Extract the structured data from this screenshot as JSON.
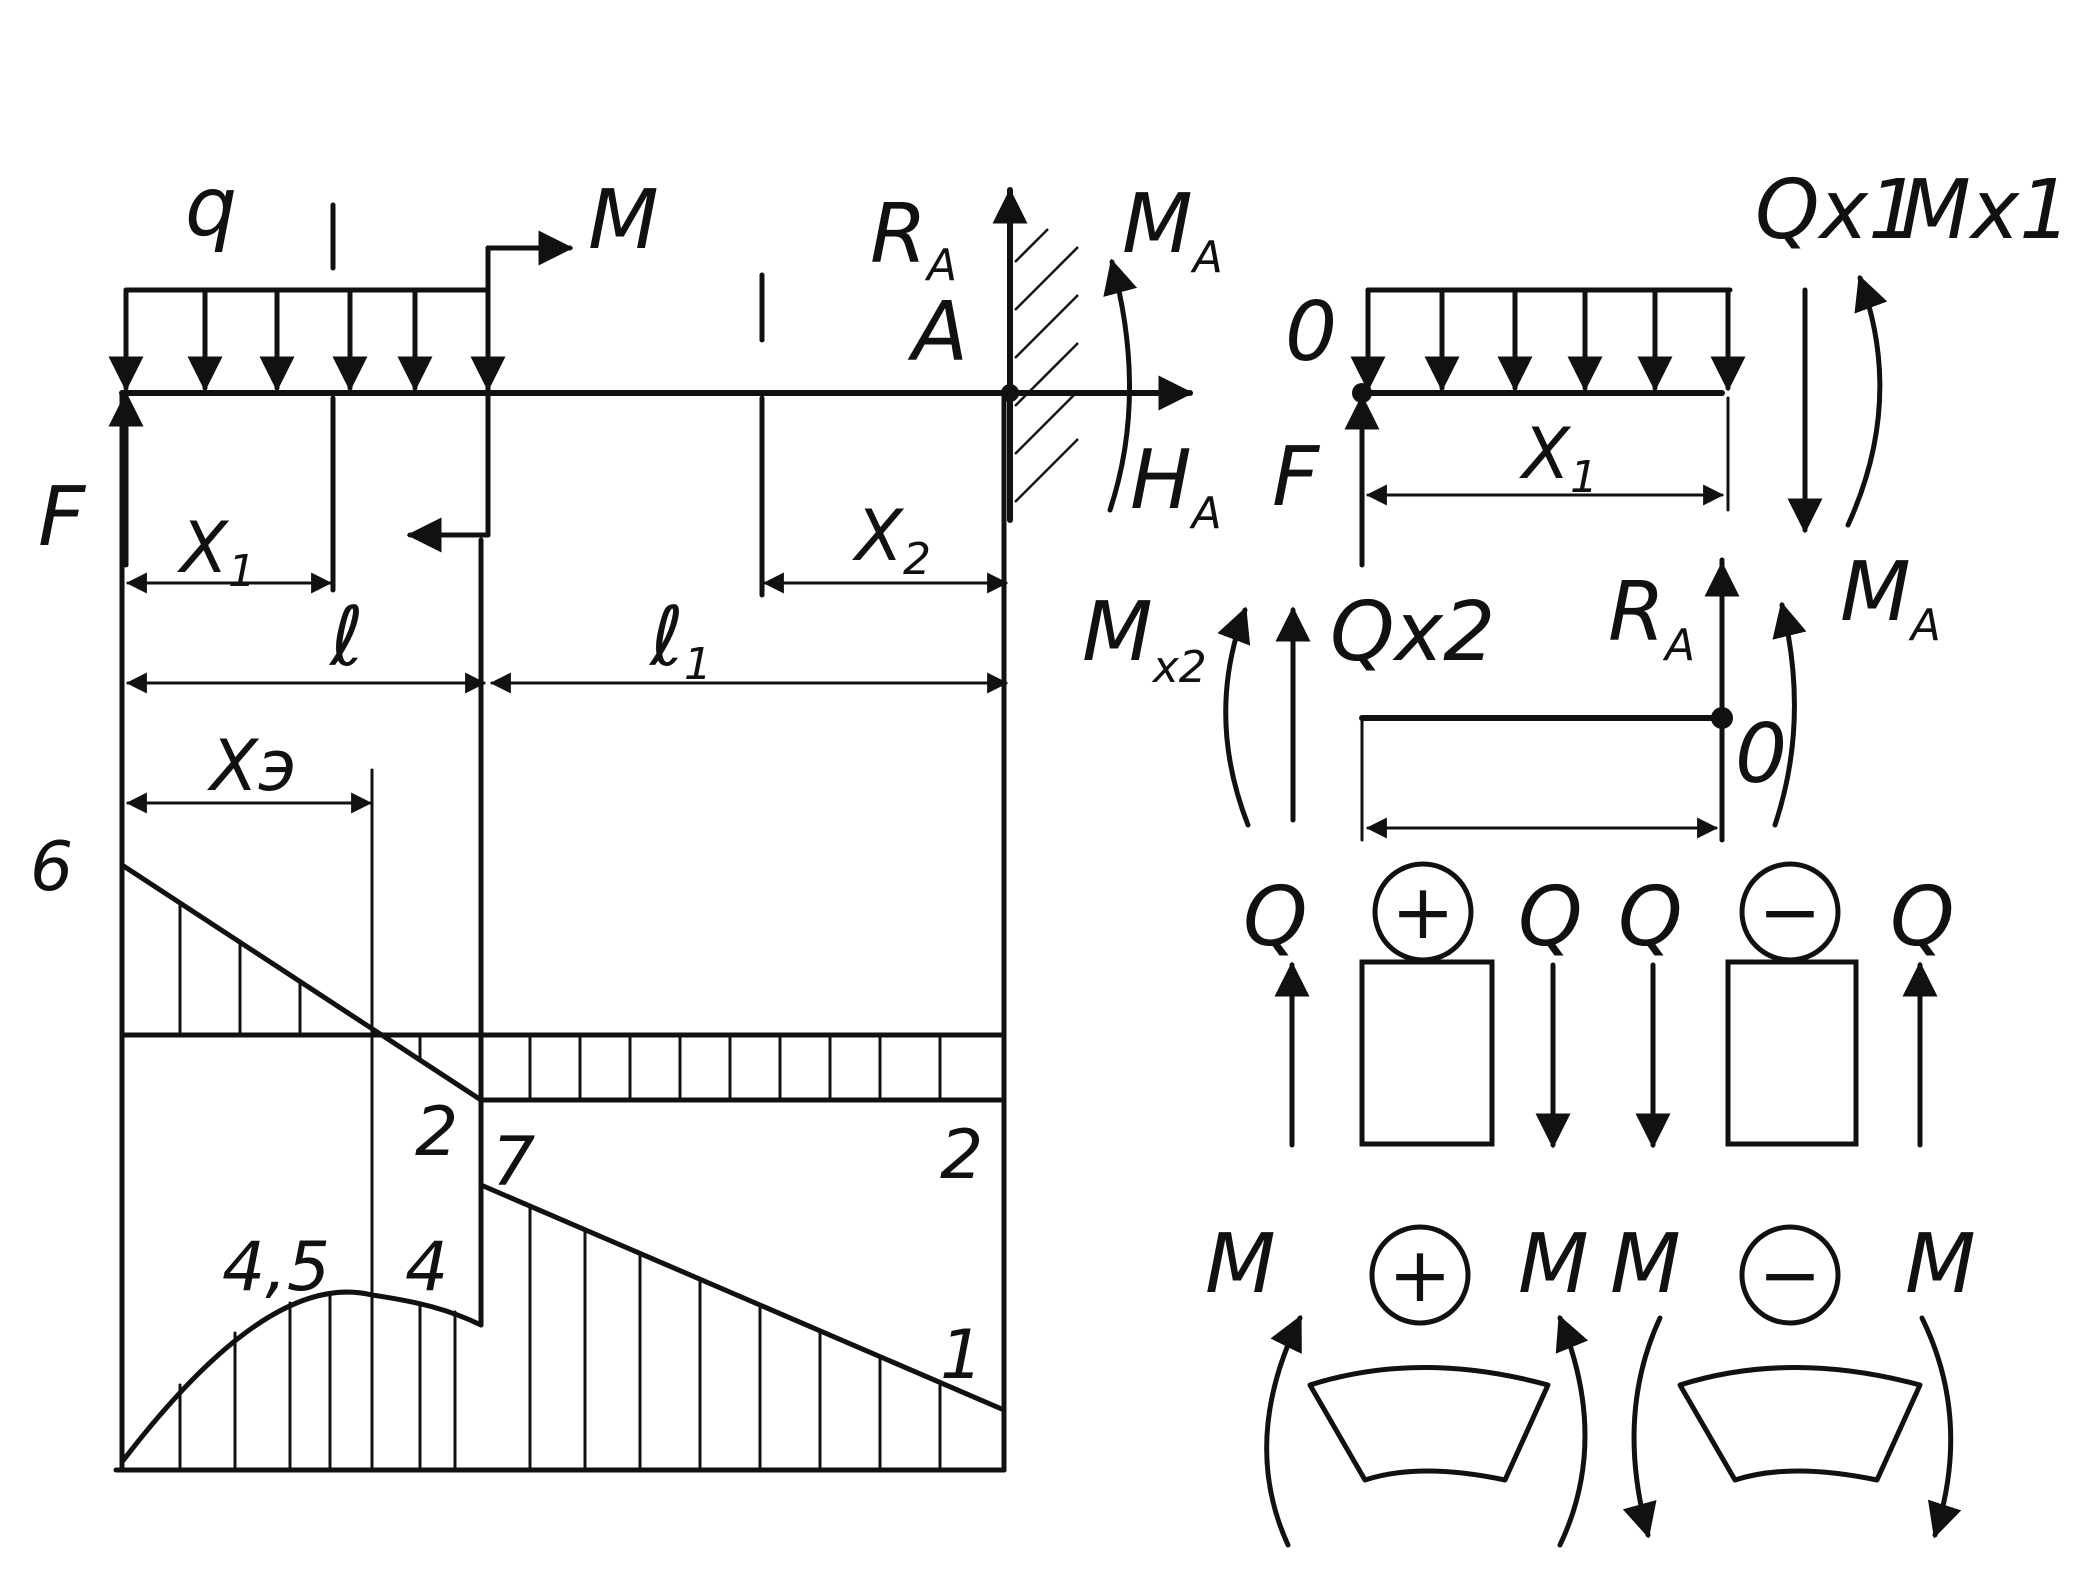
{
  "beam": {
    "q": "q",
    "moment": "M",
    "reaction": "R",
    "reaction_sub": "A",
    "support_moment": "M",
    "support_moment_sub": "A",
    "support": "A",
    "horizontal": "H",
    "horizontal_sub": "A",
    "force": "F",
    "x1": "X",
    "x1_sub": "1",
    "x2": "X",
    "x2_sub": "2",
    "l": "ℓ",
    "l1": "ℓ",
    "l1_sub": "1",
    "xe": "Xэ"
  },
  "shear_diagram": {
    "value_left": "6",
    "value_mid": "2",
    "value_right": "2"
  },
  "moment_diagram": {
    "value_max": "4,5",
    "value_before_jump": "4",
    "value_after_jump": "7",
    "value_right": "1"
  },
  "section1": {
    "origin": "0",
    "force": "F",
    "x1": "X",
    "x1_sub": "1",
    "q_label": "Qx1",
    "m_label": "Mx1"
  },
  "section2": {
    "m_label": "M",
    "m_sub": "x2",
    "q_label": "Qx2",
    "reaction": "R",
    "reaction_sub": "A",
    "moment": "M",
    "moment_sub": "A",
    "origin": "0"
  },
  "sign_rules": {
    "shear": {
      "label": "Q",
      "plus": "+",
      "minus": "−"
    },
    "moment": {
      "label": "M",
      "plus": "+",
      "minus": "−"
    }
  }
}
